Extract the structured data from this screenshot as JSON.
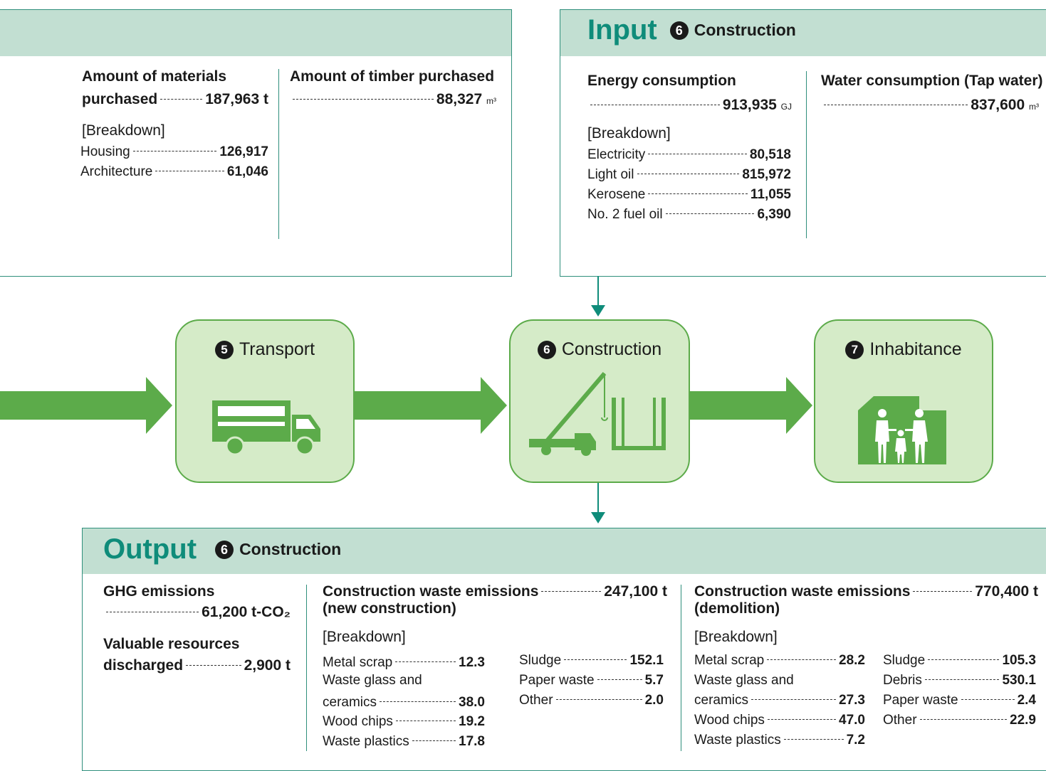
{
  "input_left": {
    "materials_label_1": "Amount of materials",
    "materials_label_2": "purchased",
    "materials_value": "187,963 t",
    "breakdown_label": "[Breakdown]",
    "breakdown": [
      {
        "label": "Housing",
        "value": "126,917"
      },
      {
        "label": "Architecture",
        "value": "61,046"
      }
    ],
    "timber_label": "Amount of timber purchased",
    "timber_value": "88,327",
    "timber_unit": "m³"
  },
  "input_right": {
    "title": "Input",
    "stage_num": "6",
    "subtitle": "Construction",
    "energy_label": "Energy consumption",
    "energy_value": "913,935",
    "energy_unit": "GJ",
    "breakdown_label": "[Breakdown]",
    "breakdown": [
      {
        "label": "Electricity",
        "value": "80,518"
      },
      {
        "label": "Light oil",
        "value": "815,972"
      },
      {
        "label": "Kerosene",
        "value": "11,055"
      },
      {
        "label": "No. 2 fuel oil",
        "value": "6,390"
      }
    ],
    "water_label": "Water consumption (Tap water)",
    "water_value": "837,600",
    "water_unit": "m³"
  },
  "stages": [
    {
      "num": "5",
      "label": "Transport"
    },
    {
      "num": "6",
      "label": "Construction"
    },
    {
      "num": "7",
      "label": "Inhabitance"
    }
  ],
  "output": {
    "title": "Output",
    "stage_num": "6",
    "subtitle": "Construction",
    "ghg_label": "GHG emissions",
    "ghg_value": "61,200 t-CO₂",
    "valuable_label_1": "Valuable resources",
    "valuable_label_2": "discharged",
    "valuable_value": "2,900 t",
    "new_label_1": "Construction waste emissions",
    "new_label_2": "(new construction)",
    "new_value": "247,100 t",
    "new_breakdown_label": "[Breakdown]",
    "new_left": [
      {
        "label": "Metal scrap",
        "value": "12.3"
      },
      {
        "label": "Waste glass and",
        "value": ""
      },
      {
        "label": "ceramics",
        "value": "38.0"
      },
      {
        "label": "Wood chips",
        "value": "19.2"
      },
      {
        "label": "Waste plastics",
        "value": "17.8"
      }
    ],
    "new_right": [
      {
        "label": "Sludge",
        "value": "152.1"
      },
      {
        "label": "Paper waste",
        "value": "5.7"
      },
      {
        "label": "Other",
        "value": "2.0"
      }
    ],
    "demo_label_1": "Construction waste emissions",
    "demo_label_2": "(demolition)",
    "demo_value": "770,400 t",
    "demo_breakdown_label": "[Breakdown]",
    "demo_left": [
      {
        "label": "Metal scrap",
        "value": "28.2"
      },
      {
        "label": "Waste glass and",
        "value": ""
      },
      {
        "label": "ceramics",
        "value": "27.3"
      },
      {
        "label": "Wood chips",
        "value": "47.0"
      },
      {
        "label": "Waste plastics",
        "value": "7.2"
      }
    ],
    "demo_right": [
      {
        "label": "Sludge",
        "value": "105.3"
      },
      {
        "label": "Debris",
        "value": "530.1"
      },
      {
        "label": "Paper waste",
        "value": "2.4"
      },
      {
        "label": "Other",
        "value": "22.9"
      }
    ]
  },
  "colors": {
    "teal": "#0f8c7a",
    "green": "#5cab4a",
    "panel_head": "#c2dfd2",
    "stage_fill": "#d5ebc8"
  }
}
